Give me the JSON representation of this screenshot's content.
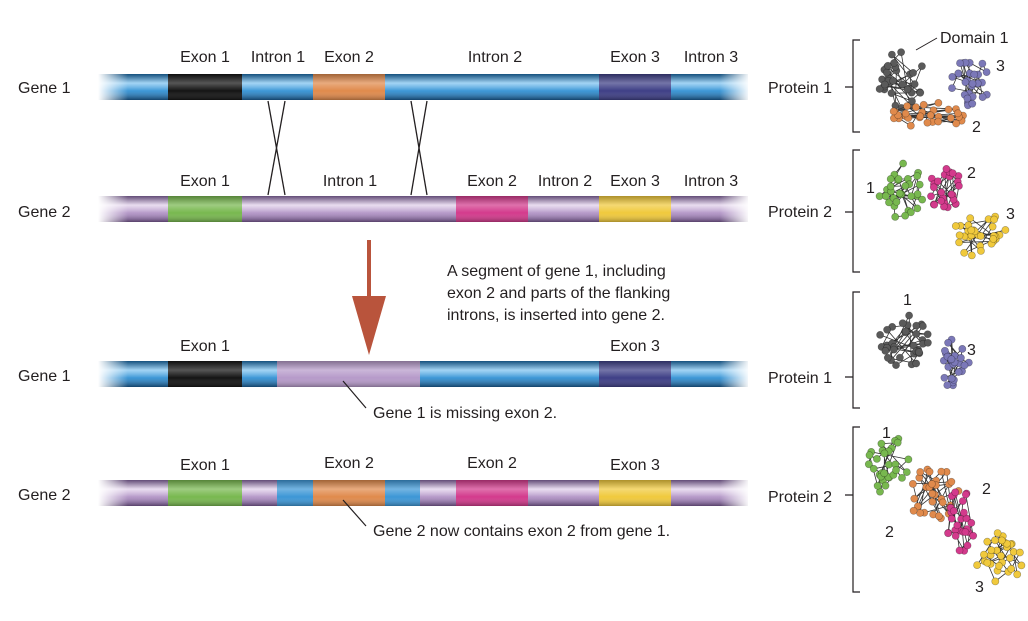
{
  "gene_rows": [
    {
      "label": "Gene 1",
      "base": "blue",
      "segments": [
        {
          "color": "#141414",
          "label": "Exon 1"
        },
        {
          "color": "blue",
          "label": "Intron 1"
        },
        {
          "color": "#e08a4c",
          "label": "Exon 2"
        },
        {
          "color": "blue",
          "label": "Intron 2"
        },
        {
          "color": "#3e3f86",
          "label": "Exon 3"
        },
        {
          "color": "blue",
          "label": "Intron 3"
        }
      ]
    },
    {
      "label": "Gene 2",
      "base": "purple",
      "segments": [
        {
          "color": "#78b84f",
          "label": "Exon 1"
        },
        {
          "color": "purple",
          "label": "Intron 1"
        },
        {
          "color": "#d33a8c",
          "label": "Exon 2"
        },
        {
          "color": "purple",
          "label": "Intron 2"
        },
        {
          "color": "#f0c93c",
          "label": "Exon 3"
        },
        {
          "color": "purple",
          "label": "Intron 3"
        }
      ]
    },
    {
      "label": "Gene 1",
      "base": "blue",
      "segments": [
        {
          "color": "#141414",
          "label": "Exon 1"
        },
        {
          "color": "purple",
          "label": ""
        },
        {
          "color": "#3e3f86",
          "label": "Exon 3"
        }
      ]
    },
    {
      "label": "Gene 2",
      "base": "purple",
      "segments": [
        {
          "color": "#78b84f",
          "label": "Exon 1"
        },
        {
          "color": "blue",
          "label": ""
        },
        {
          "color": "#e08a4c",
          "label": "Exon 2"
        },
        {
          "color": "blue",
          "label": ""
        },
        {
          "color": "#d33a8c",
          "label": "Exon 2"
        },
        {
          "color": "#f0c93c",
          "label": "Exon 3"
        }
      ]
    }
  ],
  "annotations": {
    "segment_note": "A segment of gene 1, including exon 2 and parts of the flanking introns, is inserted into gene 2.",
    "gene1_missing": "Gene 1 is missing exon 2.",
    "gene2_contains": "Gene 2 now contains exon 2 from gene 1."
  },
  "proteins": [
    {
      "label": "Protein 1",
      "domain_labels": [
        "Domain 1",
        "3",
        "2"
      ]
    },
    {
      "label": "Protein 2",
      "domain_labels": [
        "1",
        "2",
        "3"
      ]
    },
    {
      "label": "Protein 1",
      "domain_labels": [
        "1",
        "3"
      ]
    },
    {
      "label": "Protein 2",
      "domain_labels": [
        "1",
        "2",
        "2",
        "3"
      ]
    }
  ],
  "colors": {
    "blue": "#3d97d6",
    "purple": "#b69ac9",
    "arrow": "#b9543c",
    "black_exon": "#141414",
    "orange_exon": "#e08a4c",
    "navy_exon": "#3e3f86",
    "green_exon": "#78b84f",
    "pink_exon": "#d33a8c",
    "yellow_exon": "#f0c93c"
  }
}
